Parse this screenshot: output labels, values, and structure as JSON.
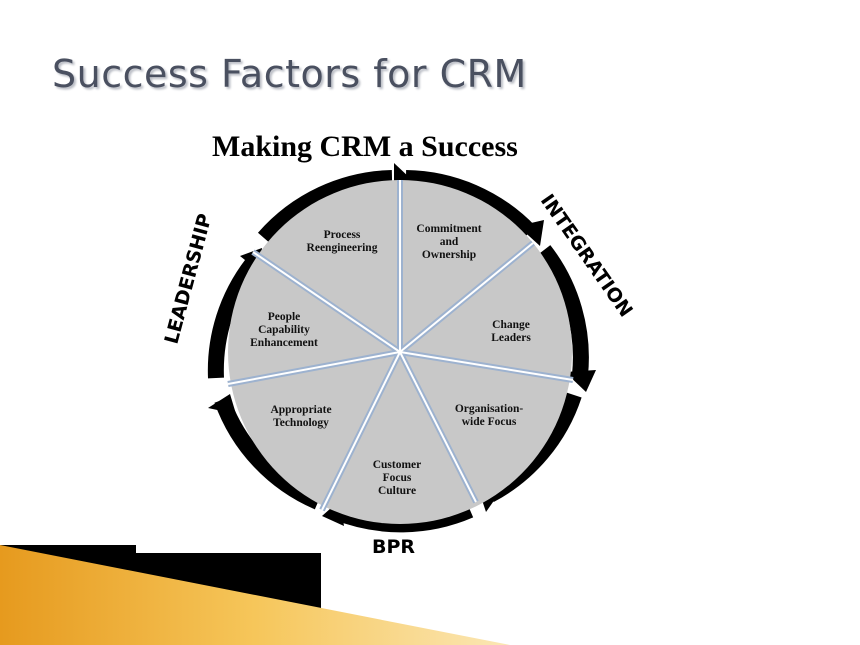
{
  "slide": {
    "title": "Success Factors for CRM"
  },
  "diagram": {
    "title": "Making CRM a Success",
    "segments": [
      {
        "lines": [
          "Process",
          "Reengineering"
        ]
      },
      {
        "lines": [
          "Commitment",
          "and",
          "Ownership"
        ]
      },
      {
        "lines": [
          "Change",
          "Leaders"
        ]
      },
      {
        "lines": [
          "Organisation-",
          "wide Focus"
        ]
      },
      {
        "lines": [
          "Customer",
          "Focus",
          "Culture"
        ]
      },
      {
        "lines": [
          "Appropriate",
          "Technology"
        ]
      },
      {
        "lines": [
          "People",
          "Capability",
          "Enhancement"
        ]
      }
    ],
    "ring_labels": {
      "leadership": "LEADERSHIP",
      "integration": "INTEGRATION",
      "bpr": "BPR"
    },
    "colors": {
      "wedge_fill": "#c8c8c8",
      "divider": "#9db2cf",
      "ring": "#000000",
      "accent_gold": "#f0b63a"
    }
  }
}
